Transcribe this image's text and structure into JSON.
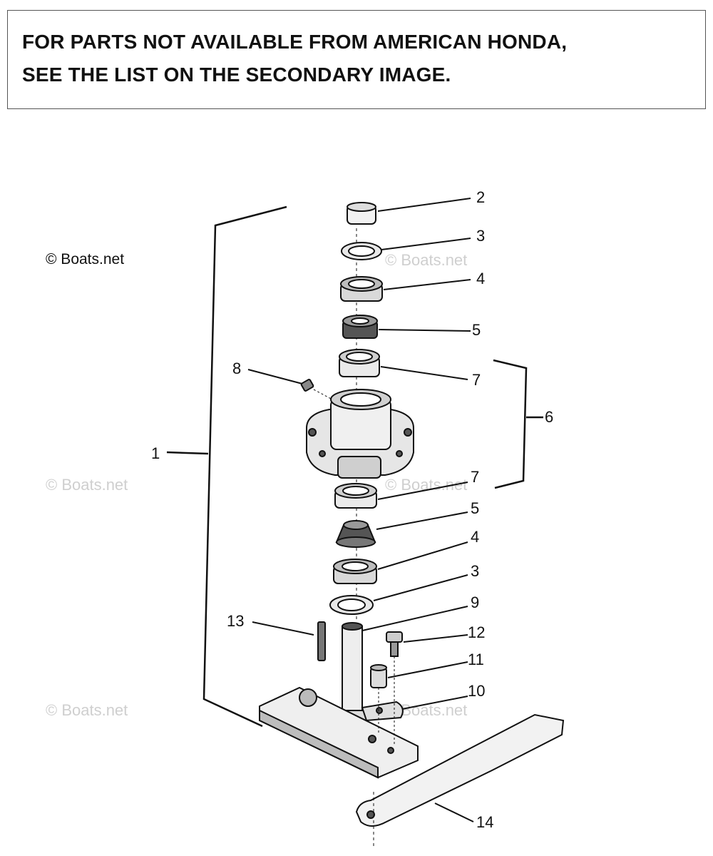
{
  "notice": {
    "line1": "FOR PARTS NOT AVAILABLE FROM AMERICAN HONDA,",
    "line2": "SEE THE LIST ON THE SECONDARY IMAGE."
  },
  "copyright": "© Boats.net",
  "watermark": "© Boats.net",
  "callouts": {
    "c1": "1",
    "c2": "2",
    "c3a": "3",
    "c4a": "4",
    "c5a": "5",
    "c6": "6",
    "c7a": "7",
    "c8": "8",
    "c7b": "7",
    "c5b": "5",
    "c4b": "4",
    "c3b": "3",
    "c9": "9",
    "c13": "13",
    "c12": "12",
    "c11": "11",
    "c10": "10",
    "c14": "14"
  }
}
